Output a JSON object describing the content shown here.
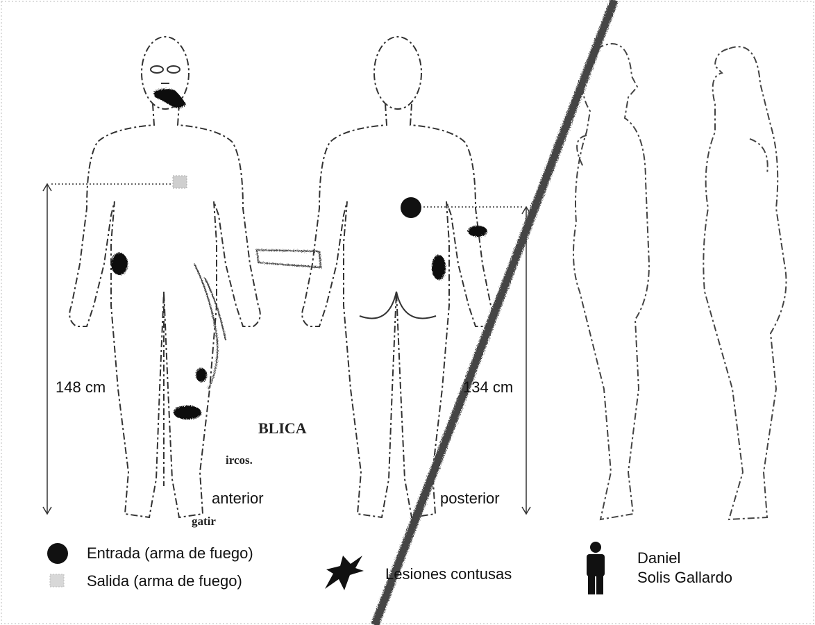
{
  "views": {
    "anterior": "anterior",
    "posterior": "posterior"
  },
  "measurements": {
    "front_height": "148 cm",
    "back_height": "134 cm"
  },
  "legend": {
    "entry": "Entrada (arma de fuego)",
    "exit": "Salida (arma de fuego)",
    "bruise": "Lesiones contusas",
    "person": "Daniel\nSolis Gallardo"
  },
  "stamp": {
    "line1": "BLICA",
    "line2": "ircos.",
    "line3": "gatir"
  },
  "colors": {
    "outline": "#333333",
    "wound": "#111111",
    "exit_mark": "#cccccc",
    "strike": "#444444"
  }
}
